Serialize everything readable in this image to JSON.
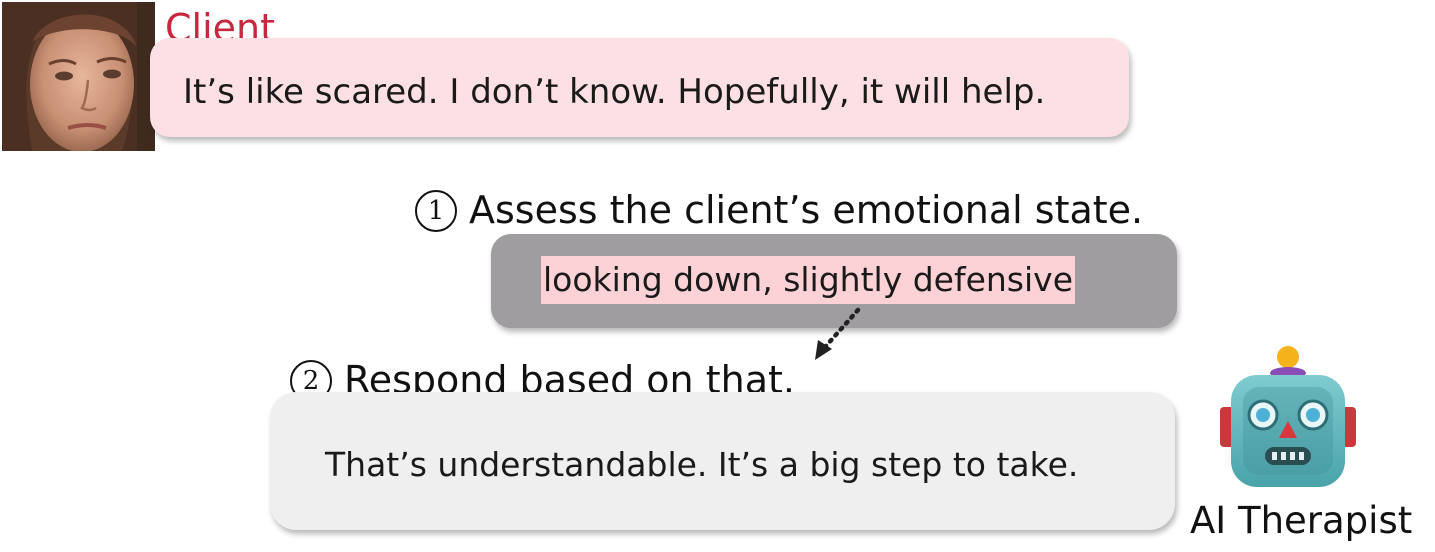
{
  "client": {
    "label": "Client",
    "message": "It’s like scared. I don’t know. Hopefully, it will help.",
    "avatar_icon": "client-photo"
  },
  "step1": {
    "number": "1",
    "heading": "Assess the client’s emotional state.",
    "emotion": "looking down, slightly defensive"
  },
  "step2": {
    "number": "2",
    "heading": "Respond based on that.",
    "response": "That’s understandable. It’s a big step to take."
  },
  "therapist": {
    "label": "AI Therapist",
    "icon": "robot-icon"
  },
  "colors": {
    "client_label": "#c8283f",
    "client_bubble": "#fde0e3",
    "emotion_box": "#9f9d9f",
    "emotion_highlight": "#fdd2d6",
    "response_bubble": "#efefef"
  }
}
